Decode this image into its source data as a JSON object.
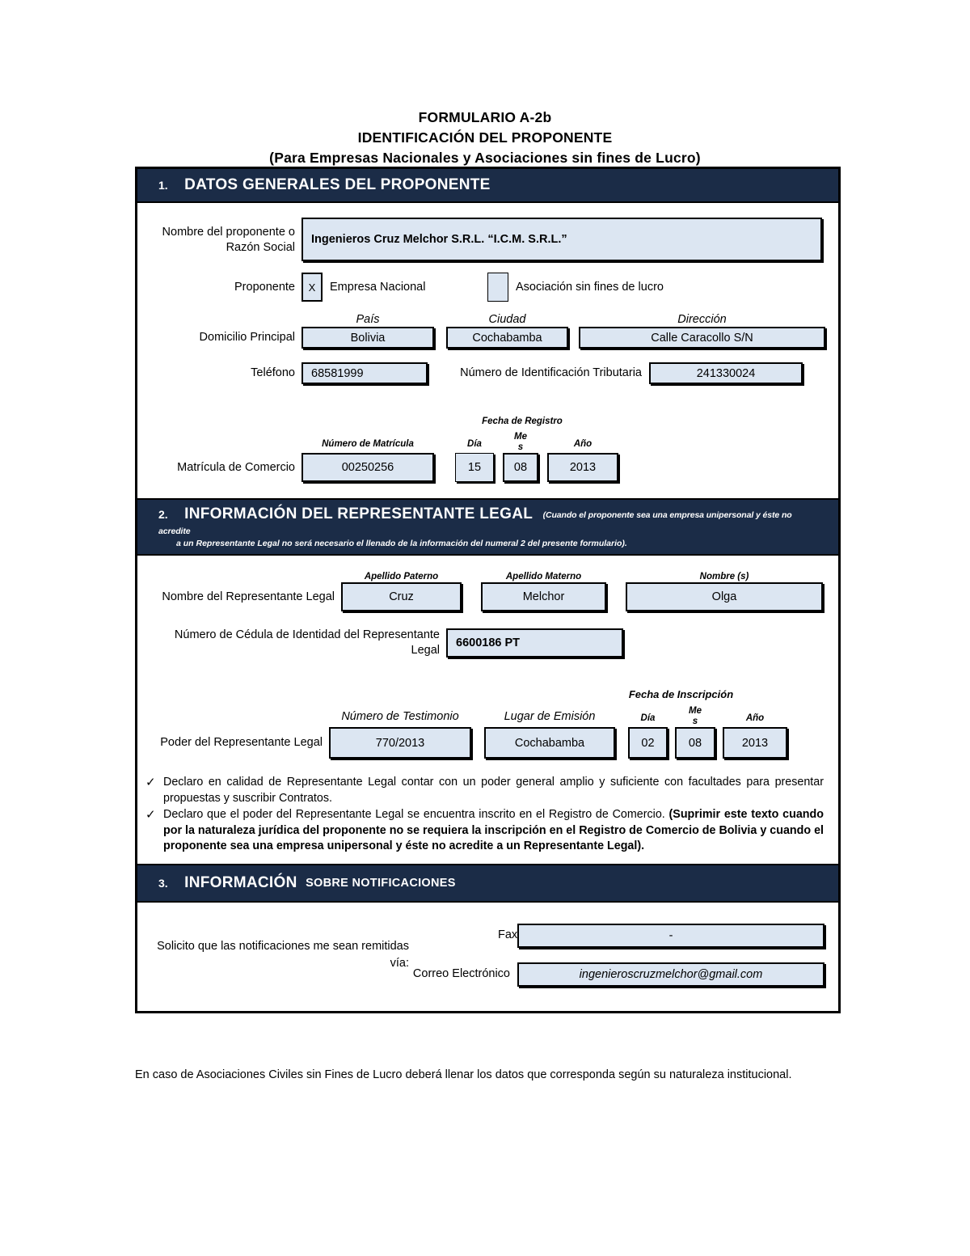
{
  "document": {
    "title_line1": "FORMULARIO A-2b",
    "title_line2": "IDENTIFICACIÓN DEL PROPONENTE",
    "title_line3": "(Para Empresas Nacionales y Asociaciones sin fines de Lucro)",
    "footnote": "En caso de Asociaciones Civiles sin Fines de Lucro deberá llenar los datos que corresponda según su naturaleza institucional."
  },
  "colors": {
    "section_bar": "#1b2c47",
    "field_fill": "#dce6f2",
    "border": "#000000",
    "page_background": "#ffffff"
  },
  "section1": {
    "number": "1.",
    "heading": "DATOS GENERALES DEL PROPONENTE",
    "name_label": "Nombre del proponente o Razón Social",
    "name_value": "Ingenieros Cruz Melchor S.R.L.  “I.C.M. S.R.L.”",
    "proponente_label": "Proponente",
    "option1_mark": "X",
    "option1_label": "Empresa Nacional",
    "option2_mark": "",
    "option2_label": "Asociación sin fines de lucro",
    "domicilio_label": "Domicilio Principal",
    "pais_caption": "País",
    "pais_value": "Bolivia",
    "ciudad_caption": "Ciudad",
    "ciudad_value": "Cochabamba",
    "direccion_caption": "Dirección",
    "direccion_value": "Calle Caracollo S/N",
    "telefono_label": "Teléfono",
    "telefono_value": "68581999",
    "nit_label": "Número de Identificación Tributaria",
    "nit_value": "241330024",
    "matricula_label": "Matrícula de Comercio",
    "matricula_caption": "Número de Matrícula",
    "matricula_value": "00250256",
    "fecha_registro_caption": "Fecha de Registro",
    "dia_caption": "Día",
    "mes_caption": "Me\ns",
    "anio_caption": "Año",
    "dia_value": "15",
    "mes_value": "08",
    "anio_value": "2013"
  },
  "section2": {
    "number": "2.",
    "heading": "INFORMACIÓN DEL REPRESENTANTE LEGAL",
    "heading_note_line1": "(Cuando el proponente sea una empresa unipersonal y éste no acredite",
    "heading_note_line2": "a un Representante  Legal no será  necesario el llenado de la información del numeral 2 del presente formulario).",
    "nombre_label": "Nombre del Representante Legal",
    "apellido_paterno_caption": "Apellido Paterno",
    "apellido_paterno_value": "Cruz",
    "apellido_materno_caption": "Apellido Materno",
    "apellido_materno_value": "Melchor",
    "nombres_caption": "Nombre (s)",
    "nombres_value": "Olga",
    "cedula_label": "Número de Cédula de Identidad del Representante Legal",
    "cedula_value": "6600186 PT",
    "poder_label": "Poder del Representante Legal",
    "testimonio_caption": "Número de Testimonio",
    "testimonio_value": "770/2013",
    "lugar_caption": "Lugar de Emisión",
    "lugar_value": "Cochabamba",
    "fecha_inscripcion_caption": "Fecha de Inscripción",
    "dia_caption": "Día",
    "mes_caption": "Me\ns",
    "anio_caption": "Año",
    "dia_value": "02",
    "mes_value": "08",
    "anio_value": "2013",
    "check_glyph": "✓",
    "declaration1": "Declaro en calidad de Representante Legal contar con un poder general amplio y suficiente con facultades para presentar propuestas y suscribir Contratos.",
    "declaration2_normal": "Declaro que el poder del Representante Legal se encuentra inscrito en el Registro de Comercio. ",
    "declaration2_bold": "(Suprimir este texto cuando por la naturaleza jurídica del proponente no se requiera la inscripción en el Registro de Comercio de Bolivia y cuando el proponente sea una empresa unipersonal y éste no acredite a un Representante Legal)."
  },
  "section3": {
    "number": "3.",
    "heading_strong": "INFORMACIÓN",
    "heading_rest": "SOBRE NOTIFICACIONES",
    "solicito_label": "Solicito que las notificaciones me sean remitidas vía:",
    "fax_label": "Fax",
    "fax_value": "-",
    "correo_label": "Correo Electrónico",
    "correo_value": "ingenieroscruzmelchor@gmail.com"
  }
}
